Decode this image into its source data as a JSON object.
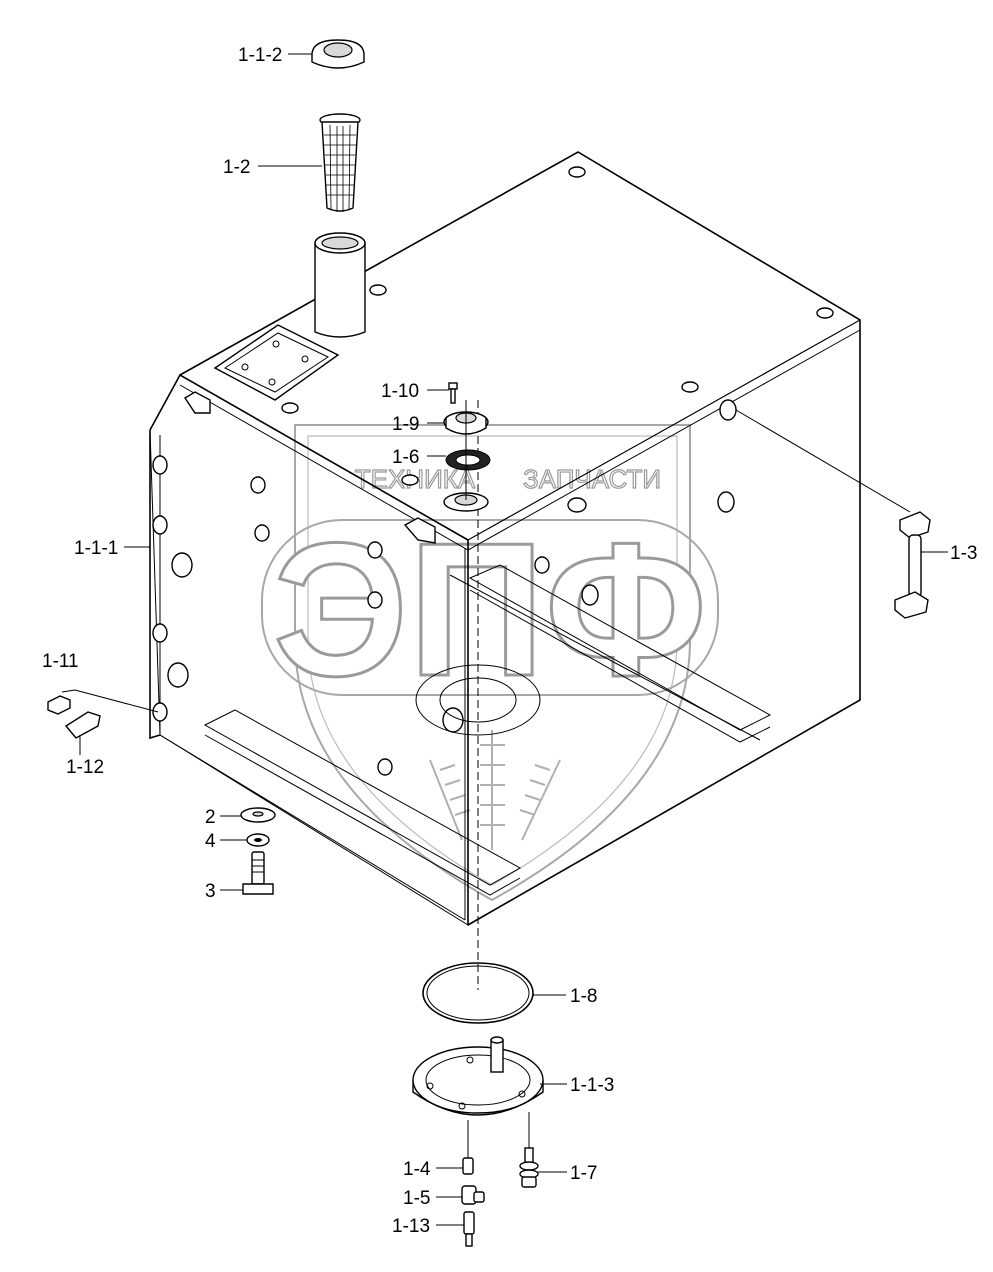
{
  "watermark": {
    "left_text": "ТЕХНИКА",
    "right_text": "ЗАПЧАСТИ",
    "logo_text": "ЭПФ"
  },
  "callouts": [
    {
      "id": "1-1-2",
      "label": "1-1-2"
    },
    {
      "id": "1-2",
      "label": "1-2"
    },
    {
      "id": "1-10",
      "label": "1-10"
    },
    {
      "id": "1-9",
      "label": "1-9"
    },
    {
      "id": "1-6",
      "label": "1-6"
    },
    {
      "id": "1-1-1",
      "label": "1-1-1"
    },
    {
      "id": "1-3",
      "label": "1-3"
    },
    {
      "id": "1-11",
      "label": "1-11"
    },
    {
      "id": "1-12",
      "label": "1-12"
    },
    {
      "id": "2",
      "label": "2"
    },
    {
      "id": "4",
      "label": "4"
    },
    {
      "id": "3",
      "label": "3"
    },
    {
      "id": "1-8",
      "label": "1-8"
    },
    {
      "id": "1-1-3",
      "label": "1-1-3"
    },
    {
      "id": "1-4",
      "label": "1-4"
    },
    {
      "id": "1-7",
      "label": "1-7"
    },
    {
      "id": "1-5",
      "label": "1-5"
    },
    {
      "id": "1-13",
      "label": "1-13"
    }
  ]
}
